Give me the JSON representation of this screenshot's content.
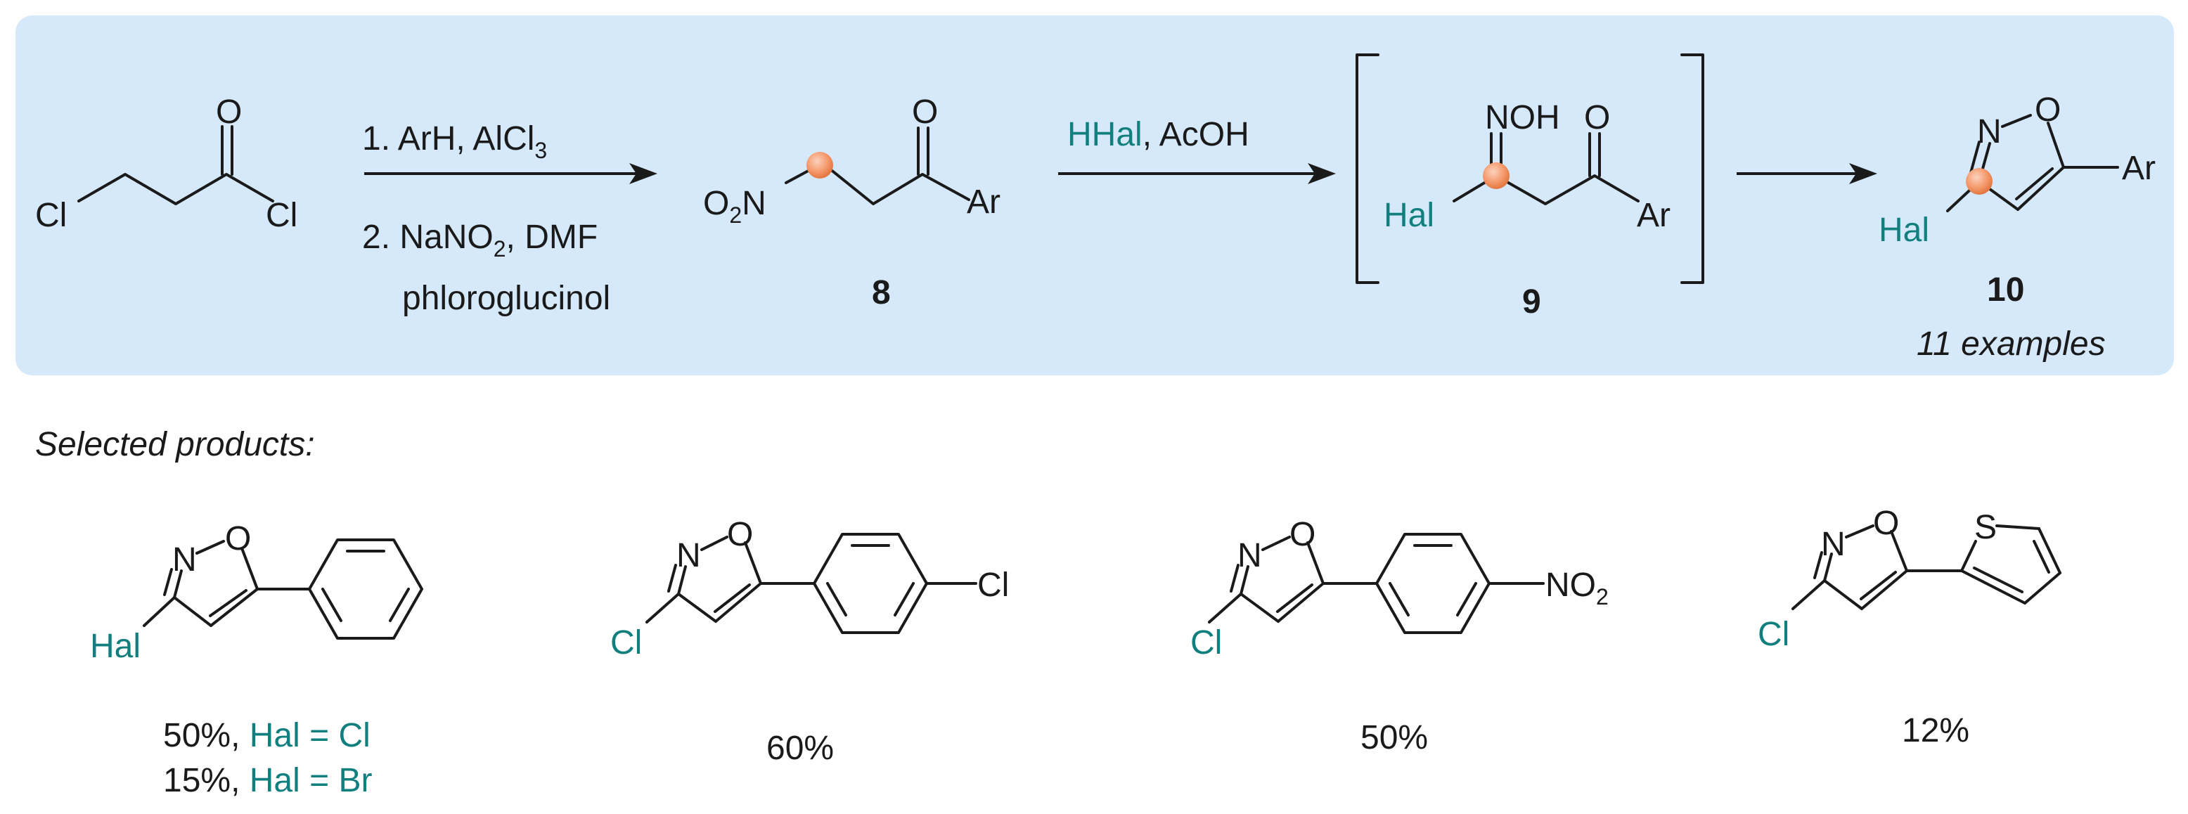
{
  "colors": {
    "panel_background": "#d6e9fb",
    "heteroatom_label": "#127f7f",
    "highlight_atom": "#f59a6e",
    "text": "#1a1a1a"
  },
  "scheme": {
    "starting_material": {
      "cl_left": "Cl",
      "cl_right": "Cl",
      "carbonyl_o": "O"
    },
    "step1": {
      "line1": "1. ArH, AlCl",
      "line1_sub": "3",
      "line2_pre": "2. NaNO",
      "line2_sub": "2",
      "line2_post": ", DMF",
      "line3": "phloroglucinol"
    },
    "compound8": {
      "o2n_o": "O",
      "o2n_sub": "2",
      "o2n_n": "N",
      "carbonyl_o": "O",
      "ar": "Ar",
      "number": "8"
    },
    "step2": {
      "reagent_hhal": "HHal",
      "reagent_rest": ", AcOH"
    },
    "compound9": {
      "noh": "NOH",
      "equals": "=",
      "carbonyl_o": "O",
      "hal": "Hal",
      "ar": "Ar",
      "number": "9"
    },
    "compound10": {
      "ring_n": "N",
      "ring_o": "O",
      "ar": "Ar",
      "hal": "Hal",
      "number": "10",
      "examples": "11 examples"
    }
  },
  "selected_products": {
    "heading": "Selected products:",
    "items": [
      {
        "ring_n": "N",
        "ring_o": "O",
        "halogen": "Hal",
        "substituent": "",
        "yield_lines": [
          {
            "value": "50%, ",
            "hal_text": "Hal = Cl"
          },
          {
            "value": "15%, ",
            "hal_text": "Hal = Br"
          }
        ]
      },
      {
        "ring_n": "N",
        "ring_o": "O",
        "halogen": "Cl",
        "substituent": "Cl",
        "yield": "60%"
      },
      {
        "ring_n": "N",
        "ring_o": "O",
        "halogen": "Cl",
        "substituent_no": "NO",
        "substituent_sub": "2",
        "yield": "50%"
      },
      {
        "ring_n": "N",
        "ring_o": "O",
        "halogen": "Cl",
        "thiophene_s": "S",
        "yield": "12%"
      }
    ]
  }
}
